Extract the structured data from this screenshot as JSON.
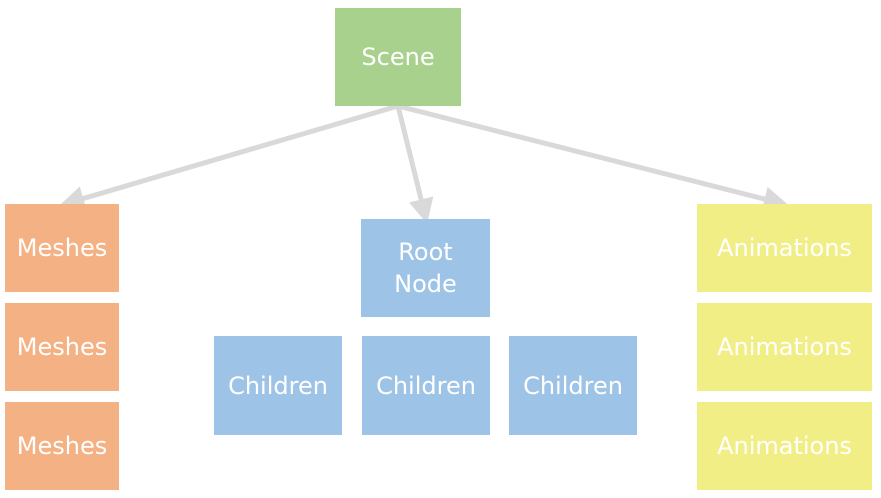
{
  "colors": {
    "scene": "#a9d18e",
    "meshes": "#f4b183",
    "nodes": "#9dc3e6",
    "animations": "#f2ee86",
    "arrow": "#d9d9d9",
    "text": "#ffffff"
  },
  "scene": {
    "label": "Scene"
  },
  "meshes": [
    {
      "label": "Meshes"
    },
    {
      "label": "Meshes"
    },
    {
      "label": "Meshes"
    }
  ],
  "root_node": {
    "label": "Root\nNode"
  },
  "children": [
    {
      "label": "Children"
    },
    {
      "label": "Children"
    },
    {
      "label": "Children"
    }
  ],
  "animations": [
    {
      "label": "Animations"
    },
    {
      "label": "Animations"
    },
    {
      "label": "Animations"
    }
  ]
}
